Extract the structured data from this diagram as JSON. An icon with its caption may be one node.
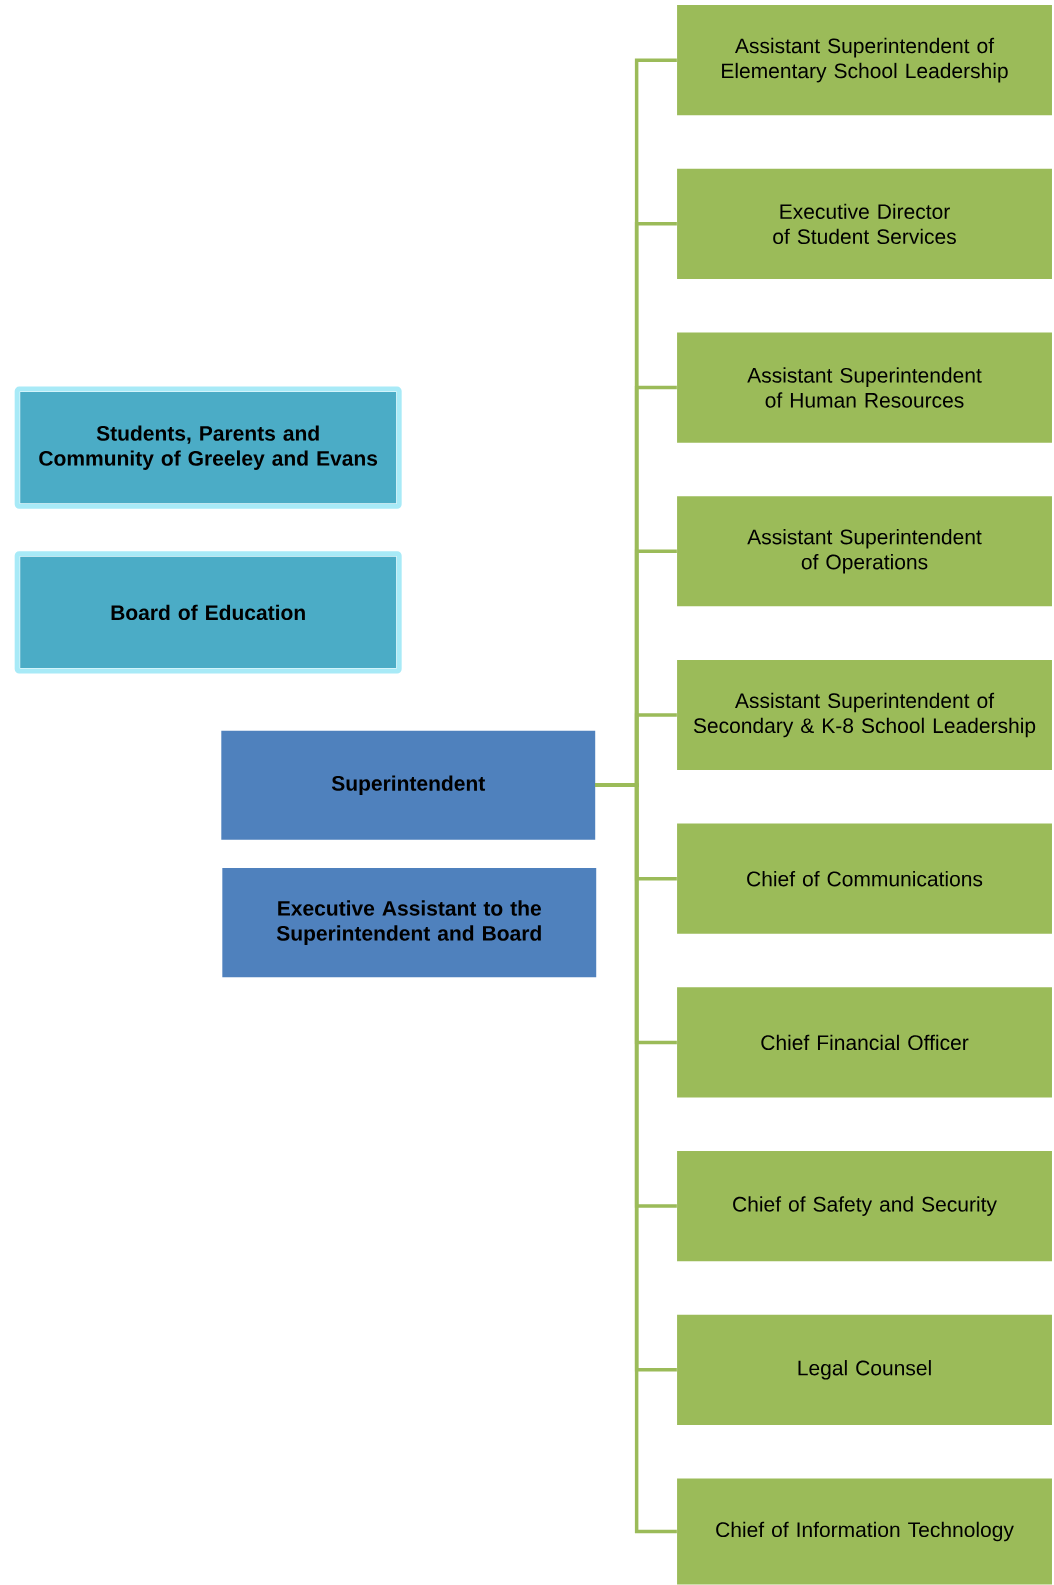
{
  "diagram": {
    "nodes": [
      {
        "text": [
          "Students, Parents and Community of Greeley and Evans"
        ]
      },
      {
        "text": [
          "Board of Education"
        ]
      },
      {
        "text": [
          "Superintendent"
        ]
      },
      {
        "text": [
          "Executive Assistant to the Superintendent and Board"
        ]
      },
      {
        "text": [
          "Assistant Superintendent of Elementary School Leadership"
        ]
      },
      {
        "text": [
          "Executive Director of Student Services"
        ]
      },
      {
        "text": [
          "Assistant Superintendent of Human Resources"
        ]
      },
      {
        "text": [
          "Assistant Superintendent of Operations"
        ]
      },
      {
        "text": [
          "Assistant Superintendent of Secondary & K-8 School Leadership"
        ]
      },
      {
        "text": [
          "Chief of Communications"
        ]
      },
      {
        "text": [
          "Chief Financial Officer"
        ]
      },
      {
        "text": [
          "Chief of Safety and Security"
        ]
      },
      {
        "text": [
          "Legal Counsel"
        ]
      },
      {
        "text": [
          "Chief of Information Technology"
        ]
      }
    ],
    "edges": [
      {
        "from": 2,
        "to": 4,
        "arrow": "none"
      },
      {
        "from": 2,
        "to": 5,
        "arrow": "none"
      },
      {
        "from": 2,
        "to": 6,
        "arrow": "none"
      },
      {
        "from": 2,
        "to": 7,
        "arrow": "none"
      },
      {
        "from": 2,
        "to": 8,
        "arrow": "none"
      },
      {
        "from": 2,
        "to": 9,
        "arrow": "none"
      },
      {
        "from": 2,
        "to": 10,
        "arrow": "none"
      },
      {
        "from": 2,
        "to": 11,
        "arrow": "none"
      },
      {
        "from": 2,
        "to": 12,
        "arrow": "none"
      },
      {
        "from": 2,
        "to": 13,
        "arrow": "none"
      }
    ]
  }
}
